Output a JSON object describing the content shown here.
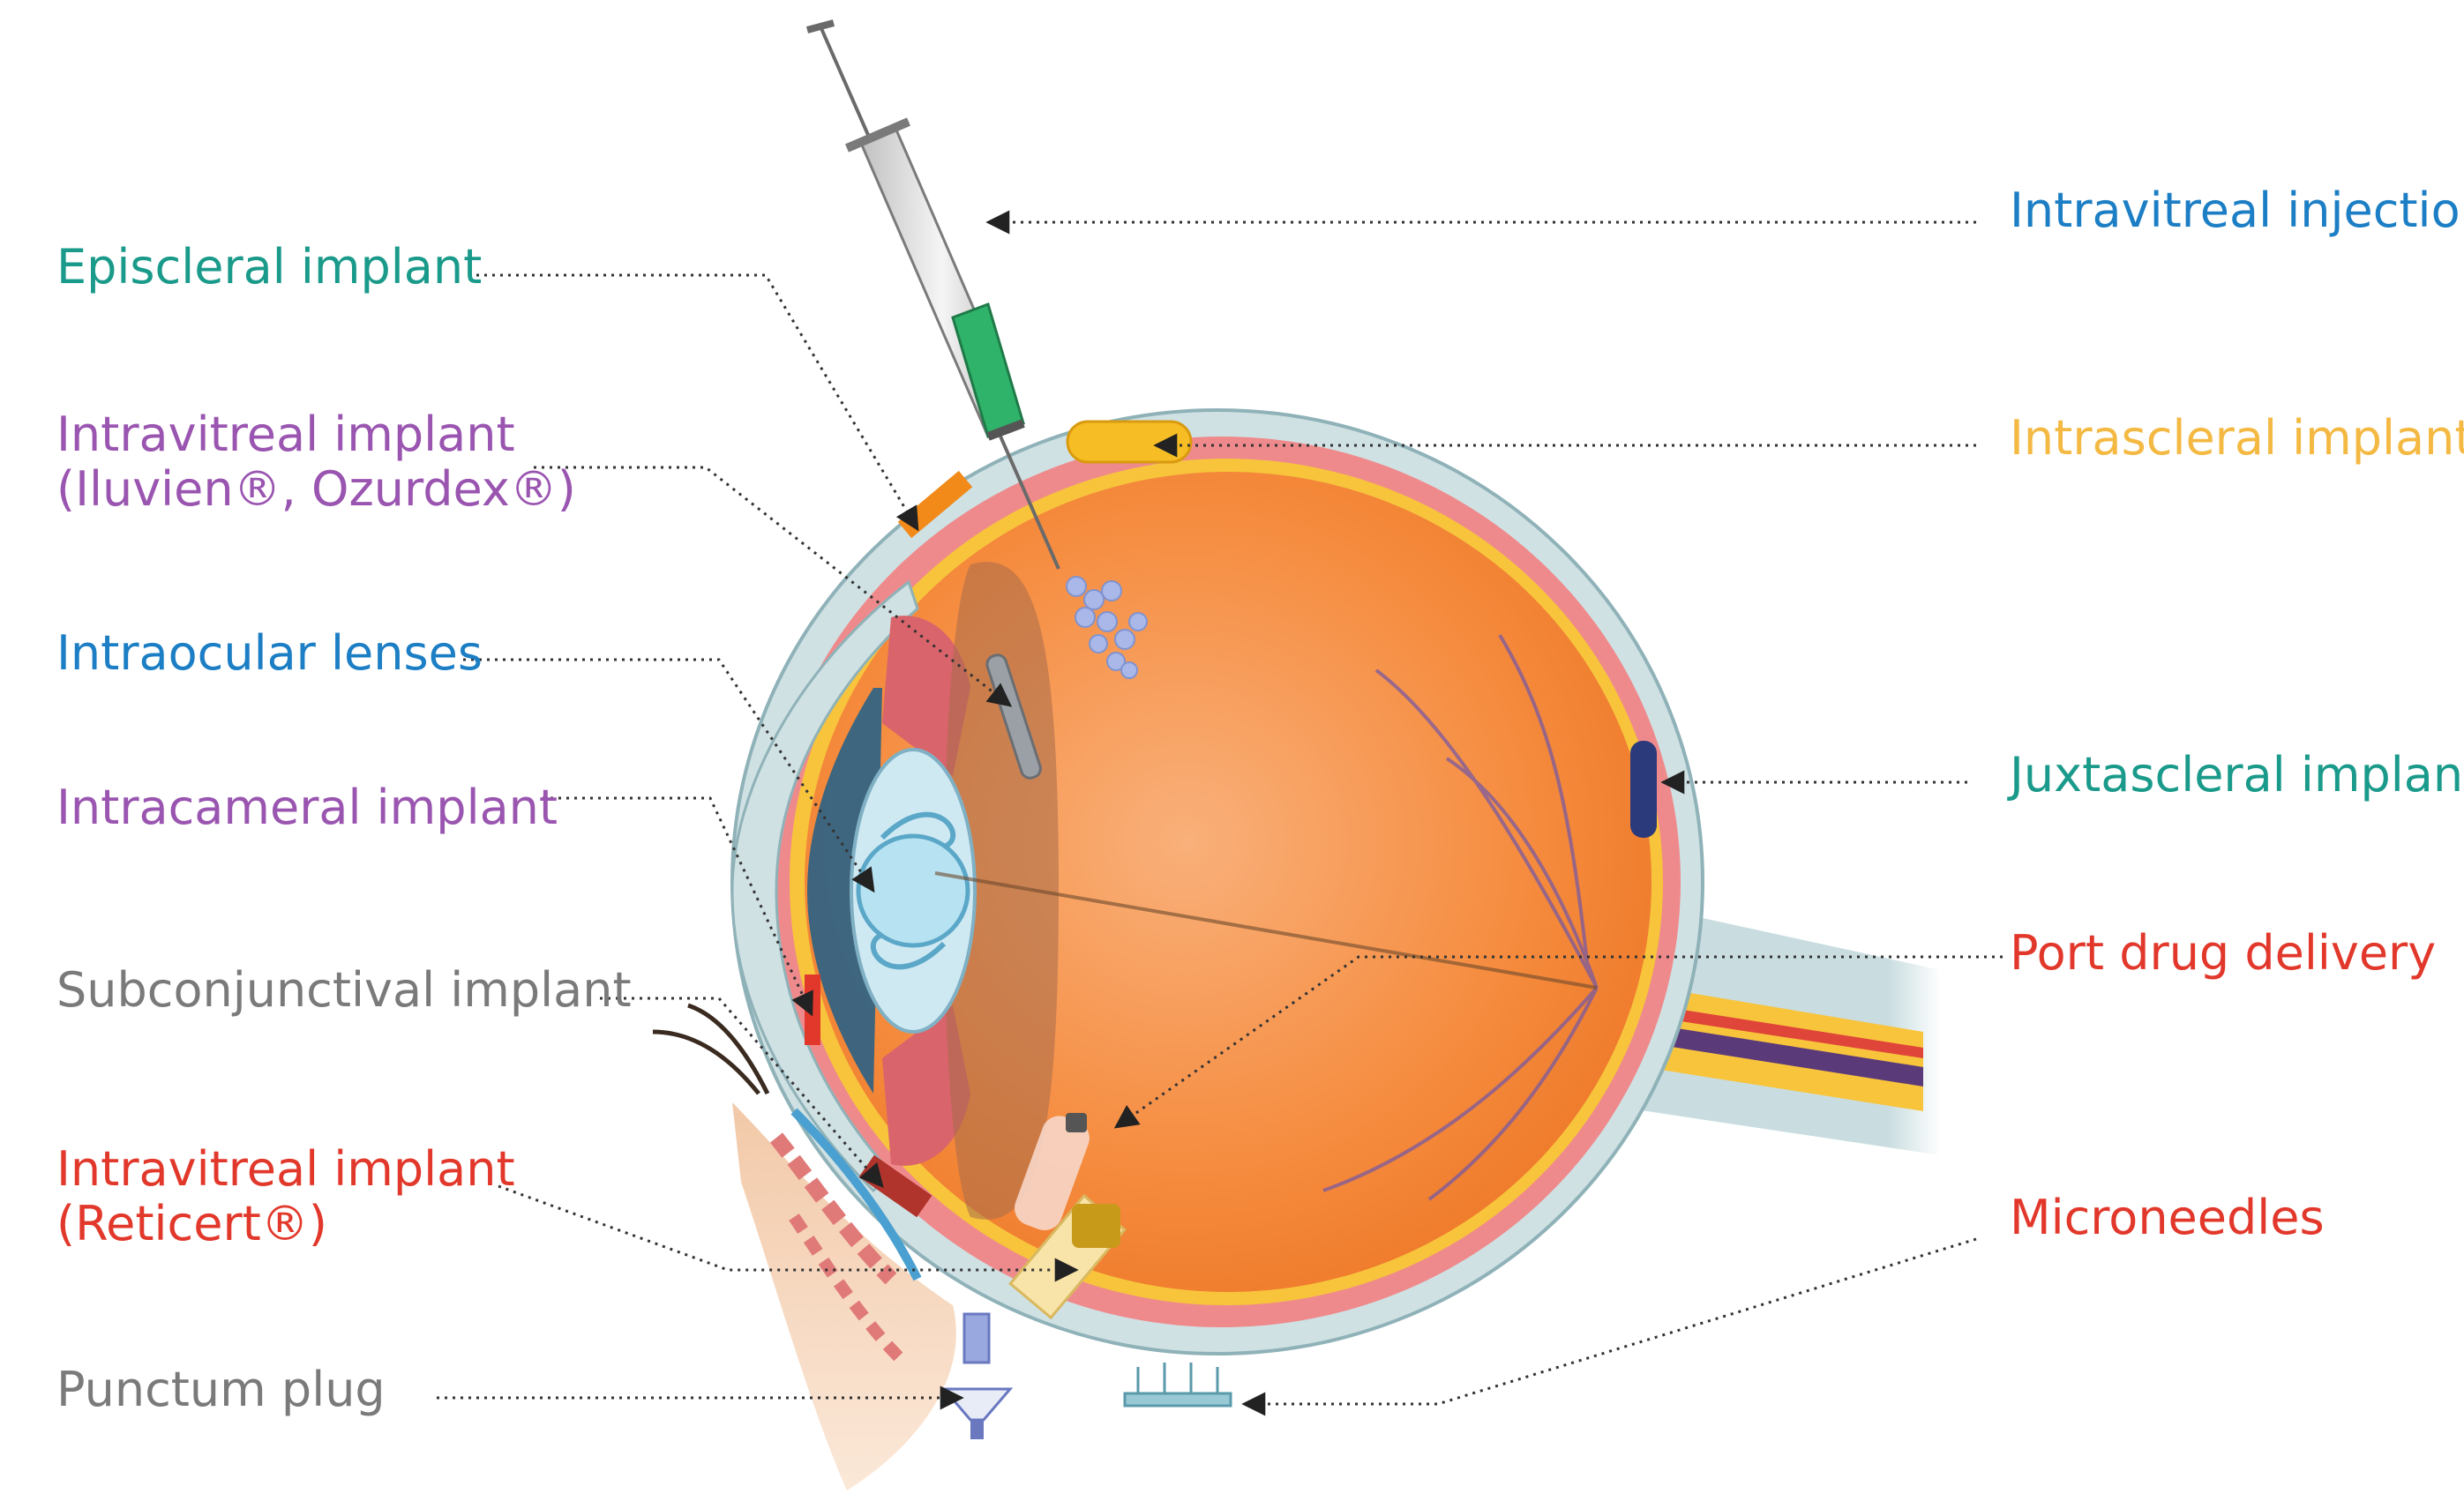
{
  "colors": {
    "teal": "#1a9a8a",
    "purple": "#9a55b0",
    "blue": "#1c7ec4",
    "gray": "#7a7a7a",
    "red": "#e2382b",
    "yellow": "#f4b942",
    "leader": "#333333"
  },
  "labels": {
    "episcleral": "Episcleral implant",
    "intravitreal_iluvien_line1": "Intravitreal implant",
    "intravitreal_iluvien_line2": "(Iluvien®, Ozurdex®)",
    "intraocular_lenses": "Intraocular lenses",
    "intracameral": "Intracameral implant",
    "subconjunctival": "Subconjunctival implant",
    "intravitreal_reticert_line1": "Intravitreal implant",
    "intravitreal_reticert_line2": "(Reticert®)",
    "punctum_plug": "Punctum plug",
    "intravitreal_injection": "Intravitreal injection",
    "intrascleral": "Intrascleral implant",
    "juxtascleral": "Juxtascleral implant",
    "port_drug_delivery": "Port drug delivery",
    "microneedles": "Microneedles"
  },
  "icons": {
    "syringe": "syringe-icon",
    "arrow": "arrowhead-icon"
  }
}
